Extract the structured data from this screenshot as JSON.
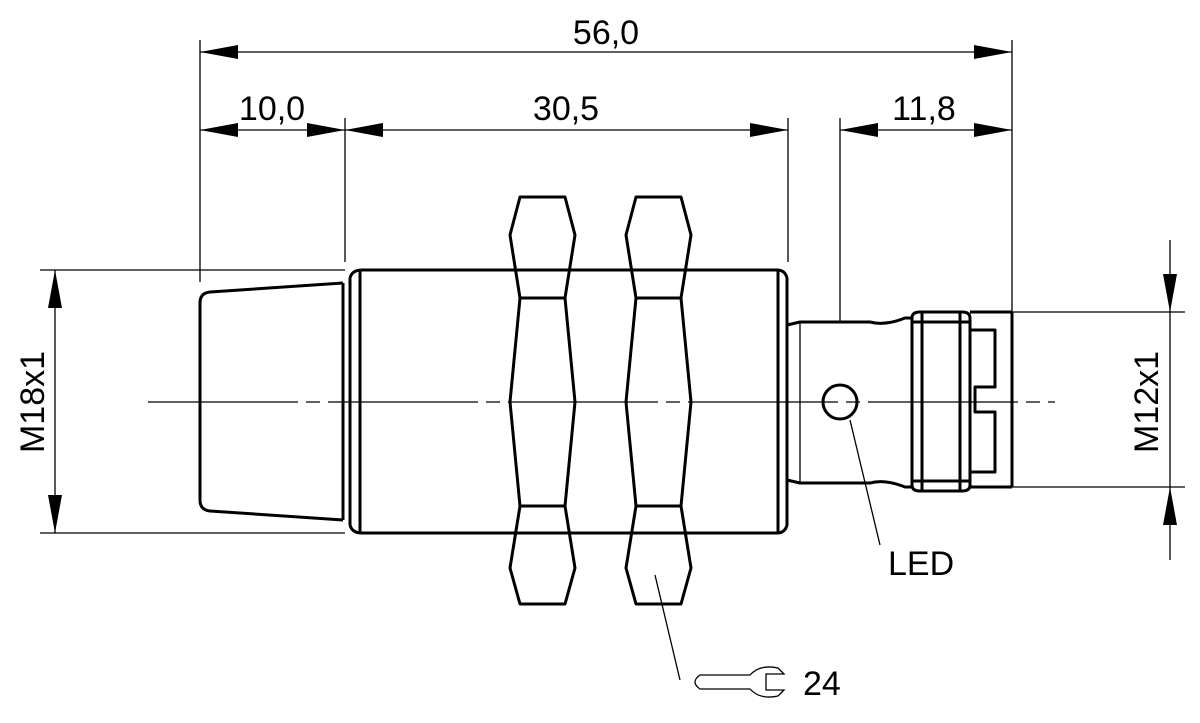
{
  "dimensions": {
    "overall_length": "56,0",
    "front_cap_length": "10,0",
    "thread_length": "30,5",
    "connector_length": "11,8",
    "body_thread": "M18x1",
    "connector_thread": "M12x1"
  },
  "labels": {
    "led": "LED",
    "wrench_size": "24"
  }
}
